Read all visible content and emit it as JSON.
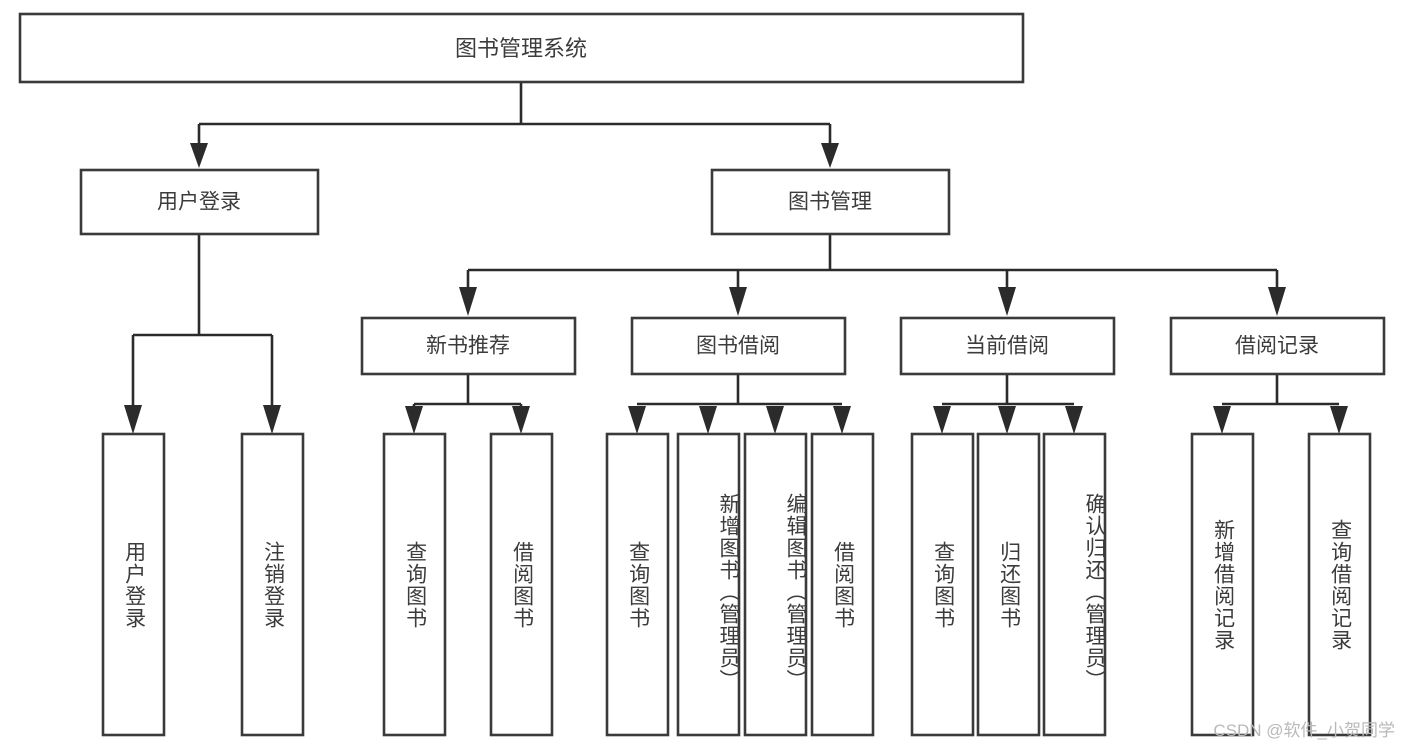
{
  "diagram": {
    "title": "图书管理系统",
    "type": "tree-hierarchy",
    "colors": {
      "box_stroke": "#3a3a3a",
      "connector": "#2b2b2b",
      "text": "#3c3c3c",
      "background": "#ffffff",
      "watermark": "#b9b9b9"
    },
    "root": {
      "label": "图书管理系统"
    },
    "level2": [
      {
        "label": "用户登录"
      },
      {
        "label": "图书管理"
      }
    ],
    "level3": [
      {
        "label": "新书推荐"
      },
      {
        "label": "图书借阅"
      },
      {
        "label": "当前借阅"
      },
      {
        "label": "借阅记录"
      }
    ],
    "leaves": {
      "user_login": [
        {
          "label": "用户登录"
        },
        {
          "label": "注销登录"
        }
      ],
      "new_book_recommend": [
        {
          "label": "查询图书"
        },
        {
          "label": "借阅图书"
        }
      ],
      "book_borrow": [
        {
          "label": "查询图书"
        },
        {
          "label": "新增图书（管理员）"
        },
        {
          "label": "编辑图书（管理员）"
        },
        {
          "label": "借阅图书"
        }
      ],
      "current_borrow": [
        {
          "label": "查询图书"
        },
        {
          "label": "归还图书"
        },
        {
          "label": "确认归还（管理员）"
        }
      ],
      "borrow_record": [
        {
          "label": "新增借阅记录"
        },
        {
          "label": "查询借阅记录"
        }
      ]
    }
  },
  "watermark": {
    "text": "CSDN @软件_小贺同学"
  }
}
